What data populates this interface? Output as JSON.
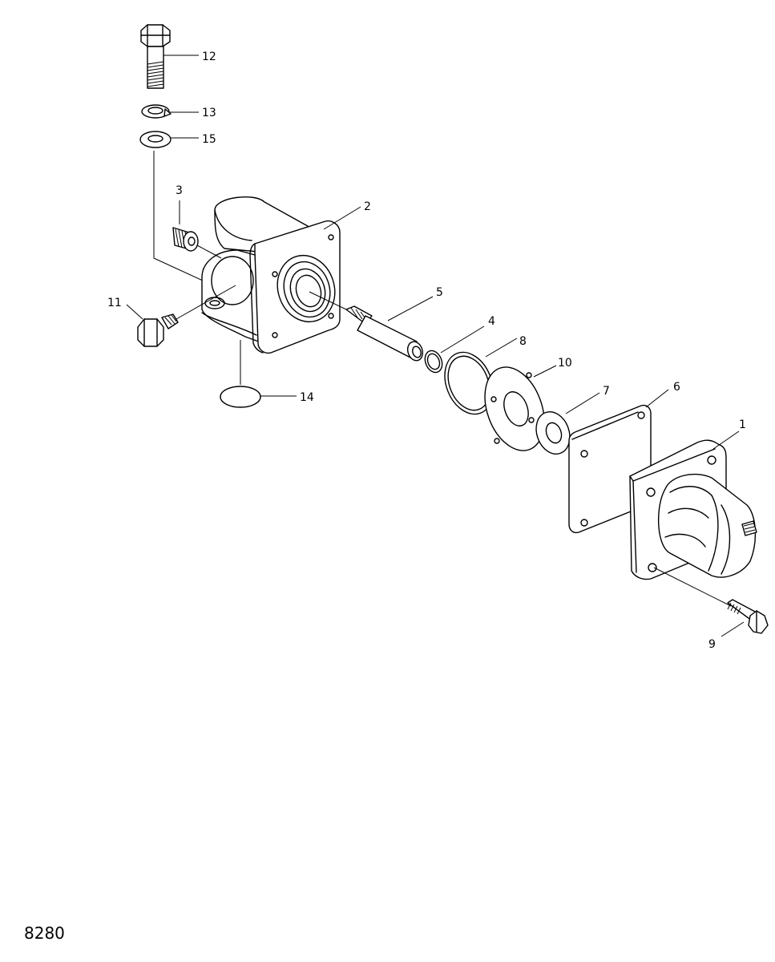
{
  "figure_number": "8280",
  "callouts": {
    "c1": "1",
    "c2": "2",
    "c3": "3",
    "c4": "4",
    "c5": "5",
    "c6": "6",
    "c7": "7",
    "c8": "8",
    "c9": "9",
    "c10": "10",
    "c11": "11",
    "c12": "12",
    "c13": "13",
    "c14": "14",
    "c15": "15"
  }
}
